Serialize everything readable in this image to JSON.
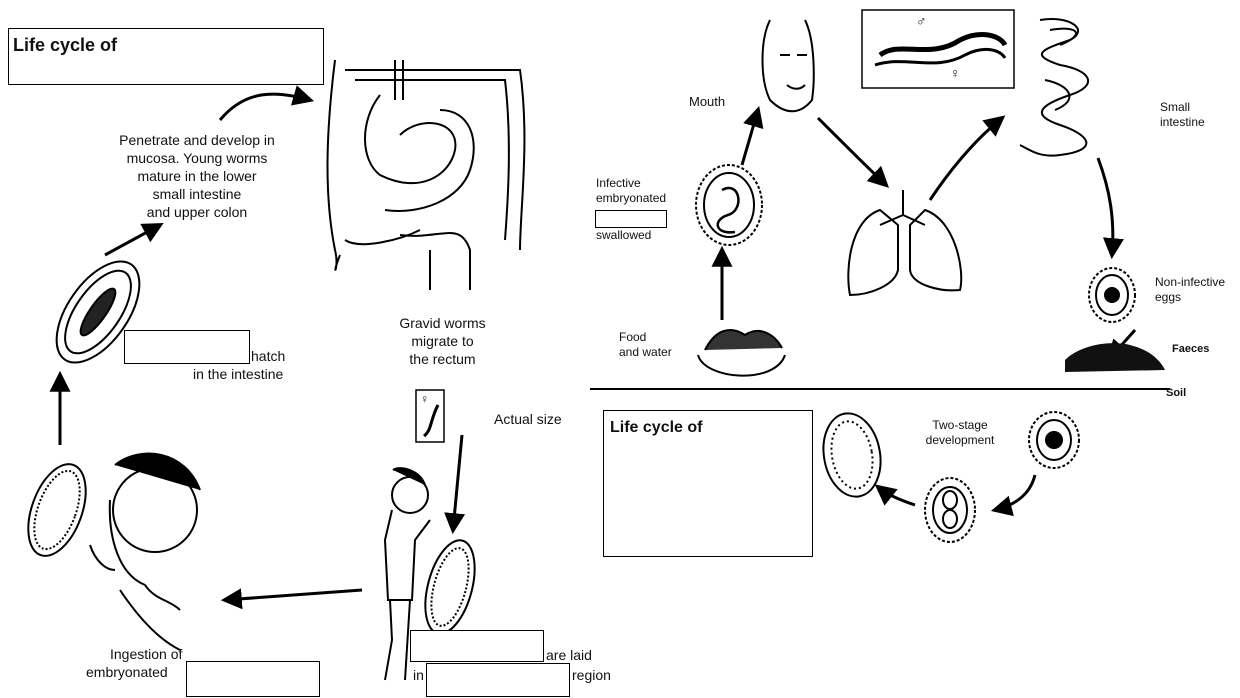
{
  "left_panel": {
    "title": "Life cycle of",
    "penetrate": [
      "Penetrate and develop in",
      "mucosa. Young worms",
      "mature in the lower",
      "small intestine",
      "and upper colon"
    ],
    "hatch": [
      "hatch",
      "in the intestine"
    ],
    "gravid": [
      "Gravid worms",
      "migrate to",
      "the rectum"
    ],
    "actual_size": "Actual size",
    "laid": [
      "are laid",
      "in",
      "region"
    ],
    "ingestion": [
      "Ingestion of",
      "embryonated"
    ],
    "female_symbol": "♀"
  },
  "right_panel": {
    "title": "Life cycle of",
    "mouth": "Mouth",
    "small_intestine": [
      "Small",
      "intestine"
    ],
    "infective": [
      "Infective",
      "embryonated",
      "swallowed"
    ],
    "non_infective": [
      "Non-infective",
      "eggs"
    ],
    "faeces": "Faeces",
    "food": [
      "Food",
      "and water"
    ],
    "soil": "Soil",
    "two_stage": [
      "Two-stage",
      "development"
    ],
    "male_symbol": "♂",
    "female_symbol": "♀"
  }
}
